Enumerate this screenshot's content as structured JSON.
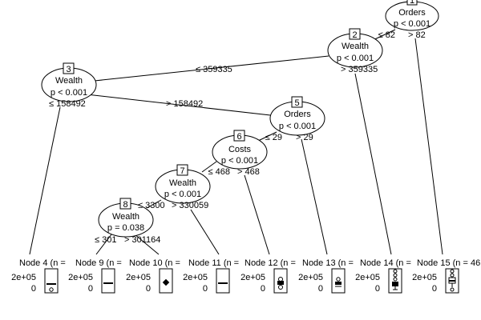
{
  "tree": {
    "inner_nodes": [
      {
        "id": "1",
        "variable": "Orders",
        "p_value": "p < 0.001"
      },
      {
        "id": "2",
        "variable": "Wealth",
        "p_value": "p < 0.001"
      },
      {
        "id": "3",
        "variable": "Wealth",
        "p_value": "p < 0.001"
      },
      {
        "id": "5",
        "variable": "Orders",
        "p_value": "p < 0.001"
      },
      {
        "id": "6",
        "variable": "Costs",
        "p_value": "p < 0.001"
      },
      {
        "id": "7",
        "variable": "Wealth",
        "p_value": "p < 0.001"
      },
      {
        "id": "8",
        "variable": "Wealth",
        "p_value": "p = 0.038"
      }
    ],
    "split_labels": [
      {
        "from": "1",
        "to": "2",
        "text": "≤ 82"
      },
      {
        "from": "1",
        "to": "15",
        "text": "> 82"
      },
      {
        "from": "2",
        "to": "3",
        "text": "≤ 359335"
      },
      {
        "from": "2",
        "to": "14",
        "text": "> 359335"
      },
      {
        "from": "3",
        "to": "4",
        "text": "≤ 158492"
      },
      {
        "from": "3",
        "to": "5",
        "text": "> 158492"
      },
      {
        "from": "5",
        "to": "6",
        "text": "≤ 29"
      },
      {
        "from": "5",
        "to": "13",
        "text": "> 29"
      },
      {
        "from": "6",
        "to": "7",
        "text": "≤ 468"
      },
      {
        "from": "6",
        "to": "12",
        "text": "> 468"
      },
      {
        "from": "7",
        "to": "8",
        "text": "≤ 3300"
      },
      {
        "from": "7",
        "to": "11",
        "text": "> 330059"
      },
      {
        "from": "8",
        "to": "9",
        "text": "≤ 301"
      },
      {
        "from": "8",
        "to": "10",
        "text": "> 301164"
      }
    ],
    "terminal_nodes": [
      {
        "id": "4",
        "label": "Node 4 (n ="
      },
      {
        "id": "9",
        "label": "Node 9 (n ="
      },
      {
        "id": "10",
        "label": "Node 10 (n ="
      },
      {
        "id": "11",
        "label": "Node 11 (n ="
      },
      {
        "id": "12",
        "label": "Node 12 (n ="
      },
      {
        "id": "13",
        "label": "Node 13 (n ="
      },
      {
        "id": "14",
        "label": "Node 14 (n ="
      },
      {
        "id": "15",
        "label": "Node 15 (n = 46"
      }
    ],
    "axis_ticks": [
      "2e+05",
      "0"
    ]
  }
}
